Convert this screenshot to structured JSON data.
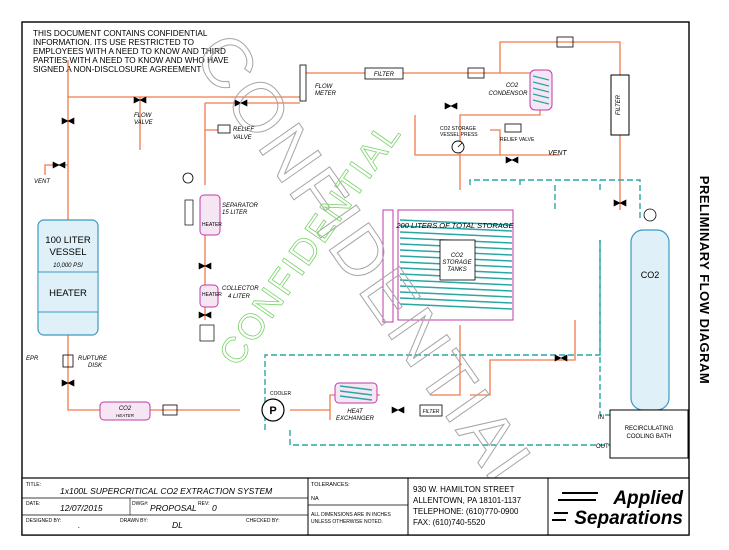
{
  "notice": {
    "lines": [
      "THIS DOCUMENT CONTAINS CONFIDENTIAL",
      "INFORMATION. ITS USE RESTRICTED TO",
      "EMPLOYEES WITH A NEED TO KNOW AND THIRD",
      "PARTIES WITH A NEED TO KNOW AND WHO HAVE",
      "SIGNED A NON-DISCLOSURE AGREEMENT"
    ]
  },
  "side_title": "PRELIMINARY FLOW DIAGRAM",
  "watermarks": [
    "CONFIDENTIAL",
    "CONFIDENTIAL"
  ],
  "components": {
    "vessel_line1": "100 LITER",
    "vessel_line2": "VESSEL",
    "vessel_pressure": "10,000 PSI",
    "vessel_heater": "HEATER",
    "flow_valve_1": "FLOW",
    "flow_valve_2": "VALVE",
    "vent_left": "VENT",
    "relief_valve_1": "RELIEF",
    "relief_valve_2": "VALVE",
    "flow_meter_1": "FLOW",
    "flow_meter_2": "METER",
    "filter_top": "FILTER",
    "co2_condensor_1": "CO2",
    "co2_condensor_2": "CONDENSOR",
    "filter_right": "FILTER",
    "storage_press_1": "CO2 STORAGE",
    "storage_press_2": "VESSEL PRESS",
    "relief_valve_small": "RELIEF VALVE",
    "vent_right": "VENT",
    "separator_1": "SEPARATOR",
    "separator_2": "15 LITER",
    "separator_heater": "HEATER",
    "collector_1": "COLLECTOR",
    "collector_2": "4 LITER",
    "collector_heater": "HEATER",
    "storage_total": "200 LITERS OF TOTAL STORAGE",
    "storage_tanks_1": "CO2",
    "storage_tanks_2": "STORAGE",
    "storage_tanks_3": "TANKS",
    "co2_cylinder": "CO2",
    "epr": "EPR",
    "rupture_disk_1": "RUPTURE",
    "rupture_disk_2": "DISK",
    "co2_heater_1": "CO2",
    "co2_heater_2": "HEATER",
    "cooler": "COOLER",
    "pump": "P",
    "heat_exchanger_1": "HEAT",
    "heat_exchanger_2": "EXCHANGER",
    "filter_bottom": "FILTER",
    "bath_in": "IN",
    "bath_out": "OUT",
    "bath_1": "RECIRCULATING",
    "bath_2": "COOLING BATH"
  },
  "title_block": {
    "title_label": "TITLE:",
    "title_value": "1x100L SUPERCRITICAL CO2 EXTRACTION SYSTEM",
    "date_label": "DATE:",
    "date_value": "12/07/2015",
    "dwg_label": "DWG#:",
    "dwg_value": "PROPOSAL",
    "rev_label": "REV:",
    "rev_value": "0",
    "designed_label": "DESIGNED BY:",
    "designed_value": ".",
    "drawn_label": "DRAWN BY:",
    "drawn_value": "DL",
    "checked_label": "CHECKED BY:",
    "tolerances_label": "TOLERANCES:",
    "tolerances_value": "NA",
    "dims_note_1": "ALL DIMENSIONS ARE IN INCHES",
    "dims_note_2": "UNLESS OTHERWISE NOTED.",
    "address_1": "930 W. HAMILTON STREET",
    "address_2": "ALLENTOWN, PA 18101-1137",
    "phone": "TELEPHONE: (610)770-0900",
    "fax": "FAX: (610)740-5520",
    "logo_1": "Applied",
    "logo_2": "Separations"
  },
  "colors": {
    "process_line": "#f07a4a",
    "cooling_line": "#2aa7a3",
    "vessel_fill": "#dff0f8",
    "vessel_stroke": "#3a9ac0",
    "tank_stroke": "#c03aa8",
    "coil": "#2aa7a3",
    "watermark": "#a6a6a6",
    "watermark_green": "#7ad36a"
  }
}
